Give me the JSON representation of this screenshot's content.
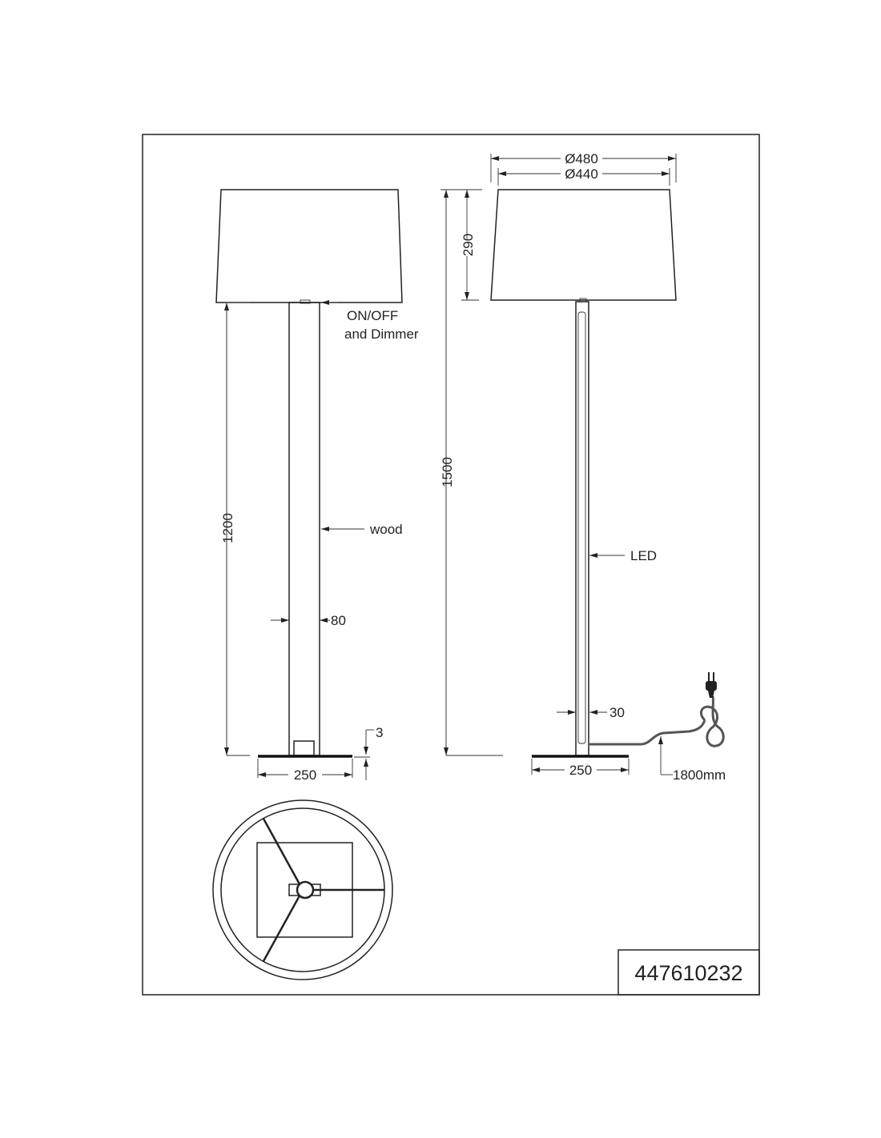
{
  "labels": {
    "switch": [
      "ON/OFF",
      "and Dimmer"
    ],
    "material": "wood",
    "led": "LED",
    "cable": "1800mm"
  },
  "dimensions": {
    "stem_height": "1200",
    "total_height": "1500",
    "shade_height": "290",
    "shade_outer_diameter": "Ø480",
    "shade_inner_diameter": "Ø440",
    "base_width_left": "250",
    "base_width_right": "250",
    "base_thickness": "3",
    "stem_width": "80",
    "led_width": "30"
  },
  "part_number": "447610232"
}
